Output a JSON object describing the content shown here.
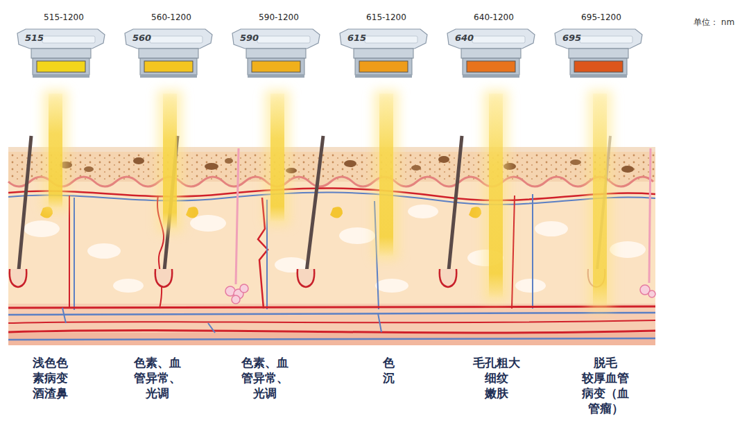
{
  "diagram": {
    "nodes": [
      {
        "text": [
          "515-1200",
          "515"
        ]
      },
      {
        "text": [
          "560-1200",
          "560"
        ]
      },
      {
        "text": [
          "590-1200",
          "590"
        ]
      },
      {
        "text": [
          "615-1200",
          "615"
        ]
      },
      {
        "text": [
          "640-1200",
          "640"
        ]
      },
      {
        "text": [
          "695-1200",
          "695"
        ]
      }
    ],
    "labels": [
      "单位： nm",
      "浅色色 素病变 酒渣鼻",
      "色素、血 管异常、 光调",
      "色素、血 管异常、 光调",
      "色 沉",
      "毛孔粗大 细纹 嫩肤",
      "脱毛 较厚血管 病变（血 管瘤）"
    ]
  }
}
